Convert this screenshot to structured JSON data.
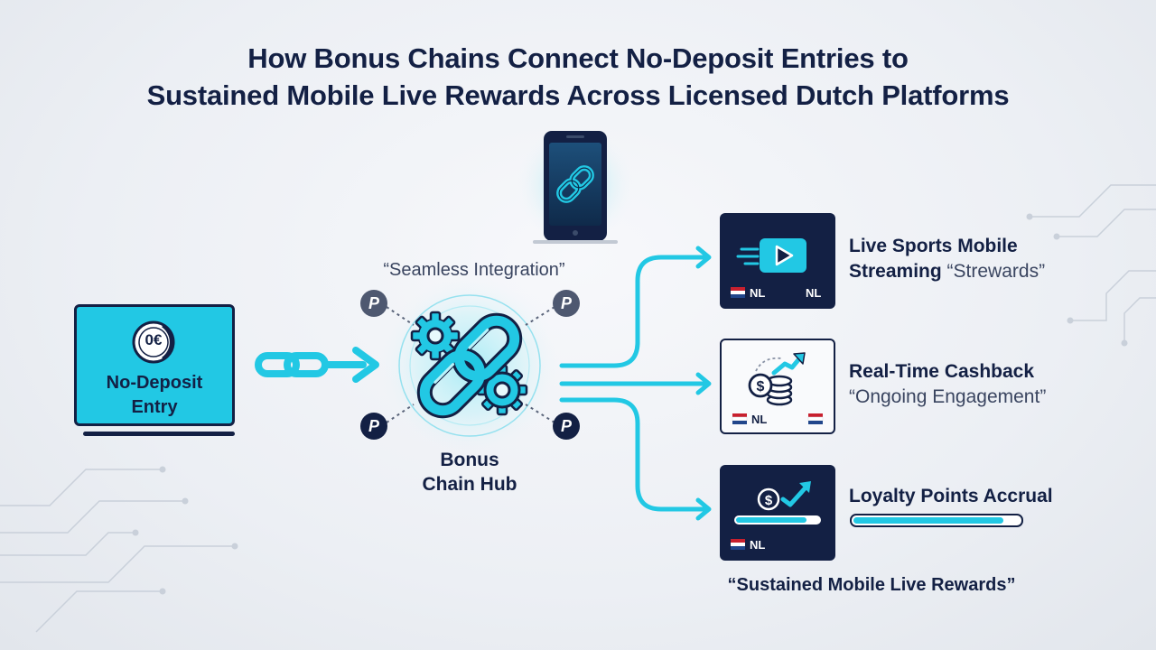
{
  "title": {
    "line1": "How Bonus Chains Connect No-Deposit Entries to",
    "line2": "Sustained Mobile Live Rewards Across Licensed Dutch Platforms"
  },
  "entry": {
    "coin_label": "0€",
    "label_line1": "No-Deposit",
    "label_line2": "Entry"
  },
  "hub": {
    "label_line1": "Bonus",
    "label_line2": "Chain Hub",
    "integration_note": "“Seamless Integration”",
    "badge_glyph": "P"
  },
  "rewards": [
    {
      "title": "Live Sports Mobile",
      "title2": "Streaming",
      "sub": "“Strewards”",
      "flag_left": "NL",
      "flag_right": "NL",
      "icon": "play-video-icon"
    },
    {
      "title": "Real-Time Cashback",
      "sub": "“Ongoing Engagement”",
      "flag_left": "NL",
      "icon": "coins-cashback-icon"
    },
    {
      "title": "Loyalty Points Accrual",
      "flag_left": "NL",
      "icon": "dollar-growth-icon",
      "progress": 0.9
    }
  ],
  "footer": "“Sustained Mobile Live Rewards”",
  "colors": {
    "accent": "#22c8e4",
    "navy": "#132044",
    "flag_red": "#c8202e",
    "flag_blue": "#21468b"
  }
}
